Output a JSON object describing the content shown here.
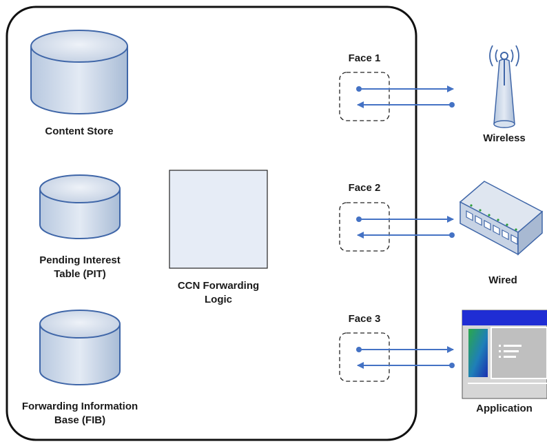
{
  "node": {
    "content_store": "Content Store",
    "pit_line1": "Pending Interest",
    "pit_line2": "Table (PIT)",
    "fib_line1": "Forwarding Information",
    "fib_line2": "Base (FIB)",
    "logic_line1": "CCN Forwarding",
    "logic_line2": "Logic"
  },
  "faces": [
    {
      "label": "Face 1",
      "target": "Wireless",
      "icon": "antenna-icon"
    },
    {
      "label": "Face 2",
      "target": "Wired",
      "icon": "switch-icon"
    },
    {
      "label": "Face 3",
      "target": "Application",
      "icon": "application-window-icon"
    }
  ],
  "colors": {
    "arrow": "#4472c4",
    "db_fill": "#c9d6e8",
    "db_stroke": "#3f66a8",
    "logic_fill": "#e6ecf6",
    "node_border": "#111111"
  }
}
